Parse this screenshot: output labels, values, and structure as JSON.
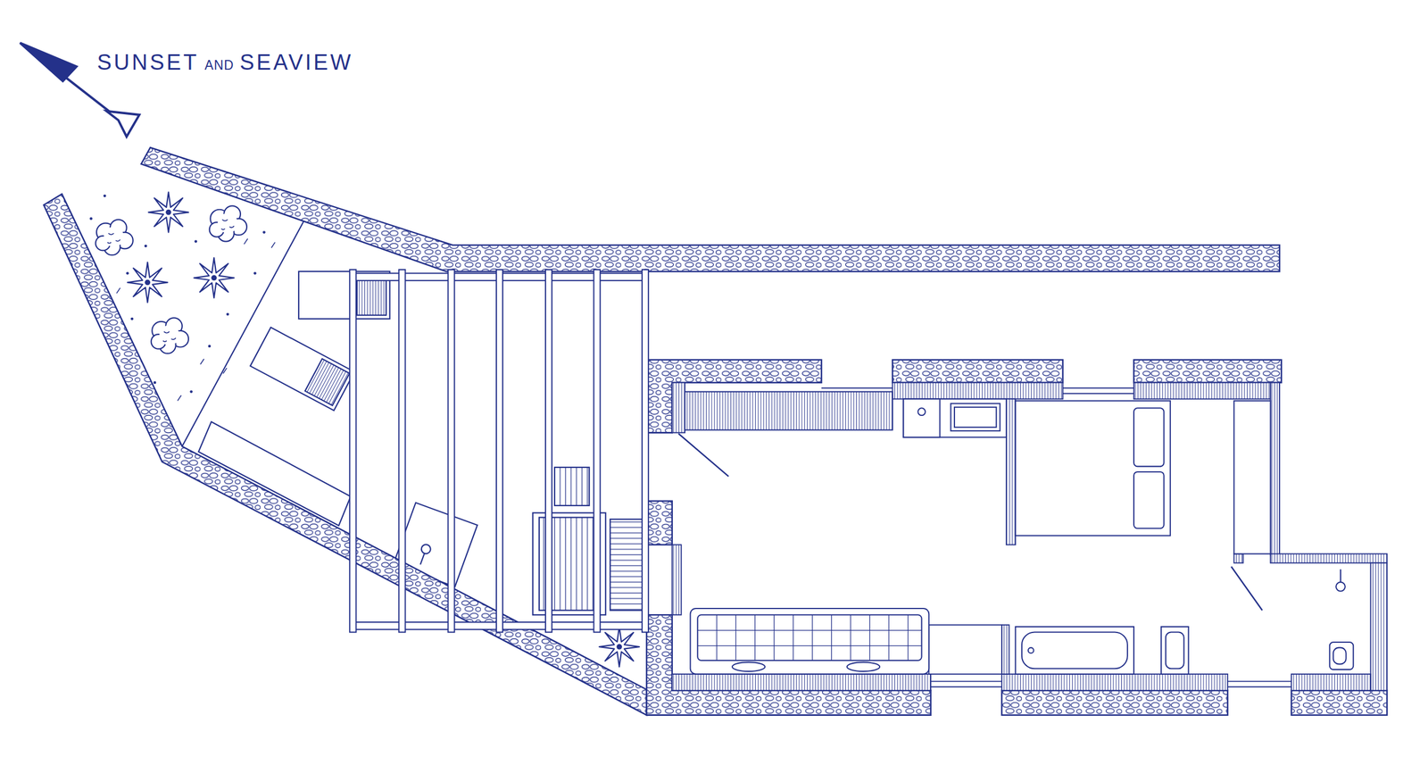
{
  "diagram": {
    "labels": [
      "SUNSET",
      "AND",
      "SEAVIEW"
    ]
  }
}
